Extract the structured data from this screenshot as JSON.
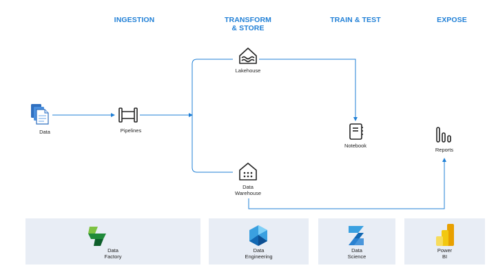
{
  "stages": {
    "ingestion": "INGESTION",
    "transform_line1": "TRANSFORM",
    "transform_line2": "& STORE",
    "train": "TRAIN & TEST",
    "expose": "EXPOSE"
  },
  "nodes": {
    "data": "Data",
    "pipelines": "Pipelines",
    "lakehouse": "Lakehouse",
    "notebook": "Notebook",
    "reports": "Reports",
    "warehouse_line1": "Data",
    "warehouse_line2": "Warehouse"
  },
  "tiles": {
    "factory_line1": "Data",
    "factory_line2": "Factory",
    "engineering_line1": "Data",
    "engineering_line2": "Engineering",
    "science_line1": "Data",
    "science_line2": "Science",
    "powerbi_line1": "Power",
    "powerbi_line2": "BI"
  },
  "colors": {
    "accent": "#1f7fd6",
    "connector": "#1f7fd6",
    "tile_bg": "#e8edf5"
  },
  "icons": {
    "data": "document-stack-icon",
    "pipelines": "pipe-icon",
    "lakehouse": "lakehouse-icon",
    "notebook": "notebook-icon",
    "reports": "bar-chart-icon",
    "warehouse": "warehouse-icon"
  }
}
